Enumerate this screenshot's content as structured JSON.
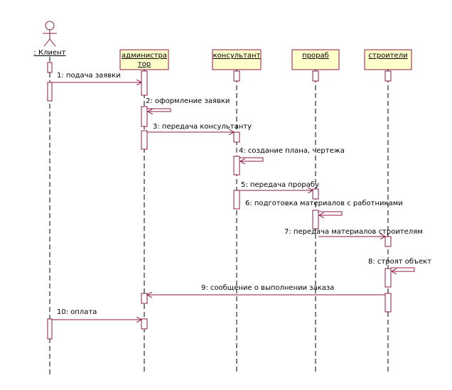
{
  "actor": {
    "label": ": Клиент",
    "icon": "stick-figure-icon"
  },
  "participants": [
    {
      "id": "admin",
      "line1": "администра",
      "line2": "тор"
    },
    {
      "id": "consultant",
      "line1": "консультант",
      "line2": ""
    },
    {
      "id": "foreman",
      "line1": "прораб",
      "line2": ""
    },
    {
      "id": "builders",
      "line1": "строители",
      "line2": ""
    }
  ],
  "messages": [
    {
      "text": "1: подача заявки",
      "from": "client",
      "to": "admin"
    },
    {
      "text": "2: оформление заявки",
      "from": "admin",
      "to": "admin"
    },
    {
      "text": "3: передача консультанту",
      "from": "admin",
      "to": "consultant"
    },
    {
      "text": "4: создание плана, чертежа",
      "from": "consultant",
      "to": "consultant"
    },
    {
      "text": "5: передача прорабу",
      "from": "consultant",
      "to": "foreman"
    },
    {
      "text": "6: подготовка материалов с работниками",
      "from": "foreman",
      "to": "foreman"
    },
    {
      "text": "7: передача материалов строителям",
      "from": "foreman",
      "to": "builders"
    },
    {
      "text": "8: строят объект",
      "from": "builders",
      "to": "builders"
    },
    {
      "text": "9: сообщение о выполнении заказа",
      "from": "builders",
      "to": "admin"
    },
    {
      "text": "10: оплата",
      "from": "client",
      "to": "admin"
    }
  ],
  "colors": {
    "accent": "#8b1a4a",
    "header_fill": "#ffffcc"
  }
}
